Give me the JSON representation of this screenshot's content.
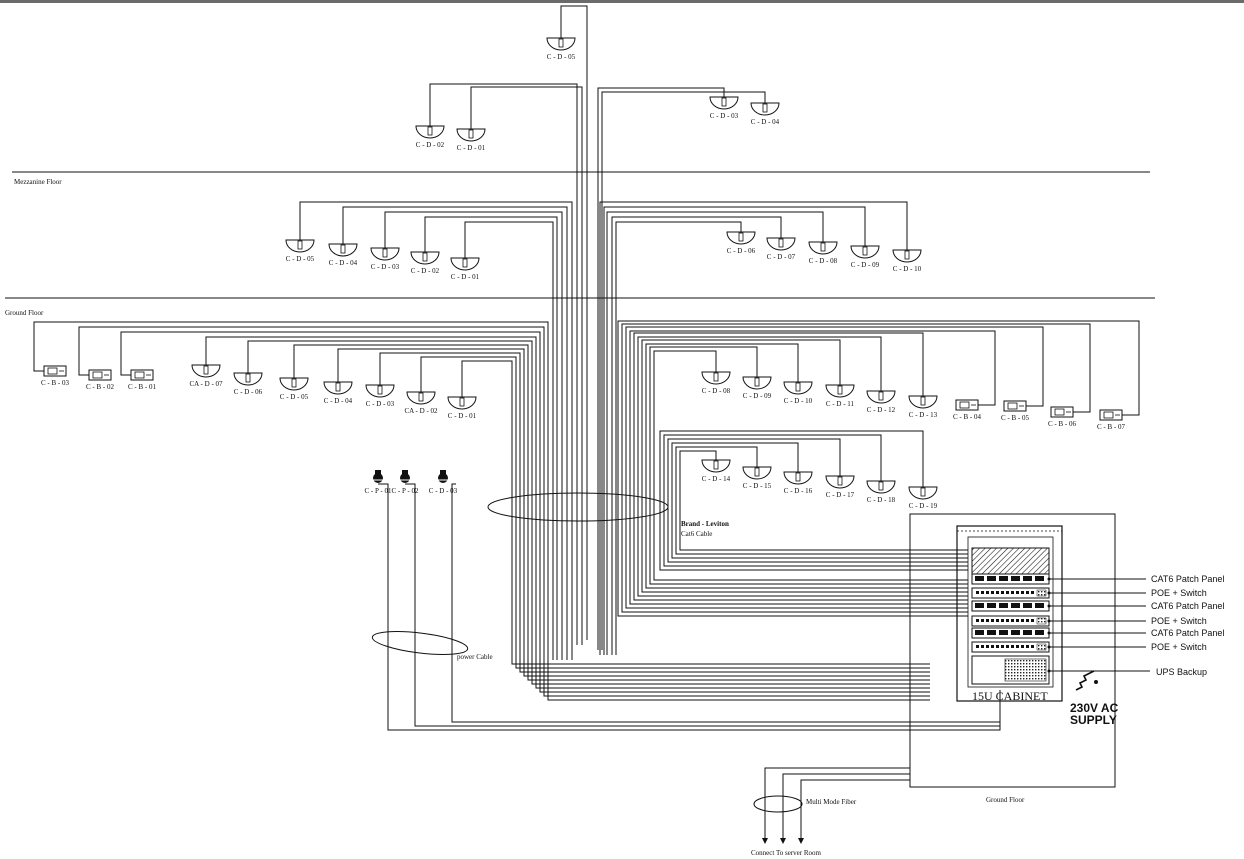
{
  "title": "",
  "floors": {
    "mezzanine": "Mezzanine Floor",
    "ground": "Ground Floor",
    "cabinet_room": "Ground Floor"
  },
  "cable_notes": {
    "brand": "Brand - Leviton",
    "cat6": "Cat6 Cable",
    "power": "power Cable",
    "fiber": "Multi Mode Fiber",
    "server_room": "Connect To server Room"
  },
  "cabinet": {
    "label": "15U CABINET",
    "supply_line1": "230V AC",
    "supply_line2": "SUPPLY",
    "components": [
      "CAT6 Patch Panel",
      "POE + Switch",
      "CAT6 Patch Panel",
      "POE + Switch",
      "CAT6 Patch Panel",
      "POE + Switch",
      "UPS Backup"
    ]
  },
  "devices": {
    "top": [
      {
        "id": "top5",
        "label": "C - D - 05",
        "type": "dome"
      },
      {
        "id": "top2",
        "label": "C - D - 02",
        "type": "dome"
      },
      {
        "id": "top1",
        "label": "C - D - 01",
        "type": "dome"
      },
      {
        "id": "top3",
        "label": "C - D - 03",
        "type": "dome"
      },
      {
        "id": "top4",
        "label": "C - D - 04",
        "type": "dome"
      }
    ],
    "mezzanine": [
      {
        "id": "mz5",
        "label": "C - D - 05",
        "type": "dome"
      },
      {
        "id": "mz4",
        "label": "C - D - 04",
        "type": "dome"
      },
      {
        "id": "mz3",
        "label": "C - D - 03",
        "type": "dome"
      },
      {
        "id": "mz2",
        "label": "C - D - 02",
        "type": "dome"
      },
      {
        "id": "mz1",
        "label": "C - D - 01",
        "type": "dome"
      },
      {
        "id": "mz6",
        "label": "C - D - 06",
        "type": "dome"
      },
      {
        "id": "mz7",
        "label": "C - D - 07",
        "type": "dome"
      },
      {
        "id": "mz8",
        "label": "C - D - 08",
        "type": "dome"
      },
      {
        "id": "mz9",
        "label": "C - D - 09",
        "type": "dome"
      },
      {
        "id": "mz10",
        "label": "C - D - 10",
        "type": "dome"
      }
    ],
    "ground_left": [
      {
        "id": "gb3",
        "label": "C - B - 03",
        "type": "bullet"
      },
      {
        "id": "gb2",
        "label": "C - B - 02",
        "type": "bullet"
      },
      {
        "id": "gb1",
        "label": "C - B - 01",
        "type": "bullet"
      },
      {
        "id": "gca7",
        "label": "CA - D - 07",
        "type": "dome"
      },
      {
        "id": "gd6",
        "label": "C - D - 06",
        "type": "dome"
      },
      {
        "id": "gd5",
        "label": "C - D - 05",
        "type": "dome"
      },
      {
        "id": "gd4",
        "label": "C - D - 04",
        "type": "dome"
      },
      {
        "id": "gd3",
        "label": "C - D - 03",
        "type": "dome"
      },
      {
        "id": "gca2",
        "label": "CA - D - 02",
        "type": "dome"
      },
      {
        "id": "gd1",
        "label": "C - D - 01",
        "type": "dome"
      }
    ],
    "ground_right_1": [
      {
        "id": "gd8",
        "label": "C - D - 08",
        "type": "dome"
      },
      {
        "id": "gd9",
        "label": "C - D - 09",
        "type": "dome"
      },
      {
        "id": "gd10",
        "label": "C - D - 10",
        "type": "dome"
      },
      {
        "id": "gd11",
        "label": "C - D - 11",
        "type": "dome"
      },
      {
        "id": "gd12",
        "label": "C - D - 12",
        "type": "dome"
      },
      {
        "id": "gd13",
        "label": "C - D - 13",
        "type": "dome"
      },
      {
        "id": "gb4",
        "label": "C - B - 04",
        "type": "bullet"
      },
      {
        "id": "gb5",
        "label": "C - B - 05",
        "type": "bullet"
      },
      {
        "id": "gb6",
        "label": "C - B - 06",
        "type": "bullet"
      },
      {
        "id": "gb7",
        "label": "C - B - 07",
        "type": "bullet"
      }
    ],
    "ground_right_2": [
      {
        "id": "gd14",
        "label": "C - D - 14",
        "type": "dome"
      },
      {
        "id": "gd15",
        "label": "C - D - 15",
        "type": "dome"
      },
      {
        "id": "gd16",
        "label": "C - D - 16",
        "type": "dome"
      },
      {
        "id": "gd17",
        "label": "C - D - 17",
        "type": "dome"
      },
      {
        "id": "gd18",
        "label": "C - D - 18",
        "type": "dome"
      },
      {
        "id": "gd19",
        "label": "C - D - 19",
        "type": "dome"
      }
    ],
    "ptz": [
      {
        "id": "p1",
        "label": "C - P - 01",
        "type": "ptz"
      },
      {
        "id": "p2",
        "label": "C - P - 02",
        "type": "ptz"
      },
      {
        "id": "p3",
        "label": "C - D - 03",
        "type": "ptz"
      }
    ]
  }
}
